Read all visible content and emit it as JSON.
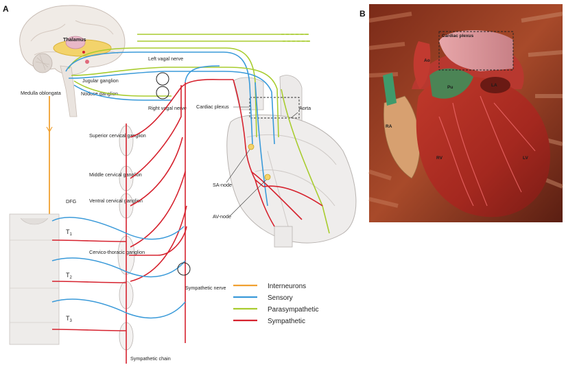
{
  "panel_a": {
    "letter": "A",
    "labels": {
      "thalamus": "Thalamus",
      "jugular_ganglion": "Jugular ganglion",
      "nodose_ganglion": "Nodose ganglion",
      "medulla_oblongata": "Medulla oblongata",
      "left_vagal_nerve": "Left vagal nerve",
      "right_vagal_nerve": "Right vagal nerve",
      "cardiac_plexus": "Cardiac plexus",
      "aorta": "Aorta",
      "superior_cervical_ganglion": "Superior cervical ganglion",
      "middle_cervical_ganglion": "Middle cervical ganglion",
      "ventral_cervical_ganglion": "Ventral cervical ganglion",
      "cervico_thoracic_ganglion": "Cervico-thoracic ganglion",
      "sa_node": "SA-node",
      "av_node": "AV-node",
      "dfg": "DFG",
      "t1": "T",
      "t1_sub": "1",
      "t2": "T",
      "t2_sub": "2",
      "t3": "T",
      "t3_sub": "3",
      "sympathetic_nerve": "Sympathetic nerve",
      "sympathetic_chain": "Sympathetic chain"
    },
    "legend": [
      {
        "label": "Interneurons",
        "color": "#f0a030"
      },
      {
        "label": "Sensory",
        "color": "#3a9ad9"
      },
      {
        "label": "Parasympathetic",
        "color": "#a8cc2e"
      },
      {
        "label": "Sympathetic",
        "color": "#d6222e"
      }
    ]
  },
  "panel_b": {
    "letter": "B",
    "labels": {
      "cardiac_plexus": "Cardiac plexus",
      "ao": "Ao",
      "pu": "Pu",
      "la": "LA",
      "ra": "RA",
      "rv": "RV",
      "lv": "LV"
    }
  },
  "colors": {
    "interneuron": "#f0a030",
    "sensory": "#3a9ad9",
    "parasympathetic": "#a8cc2e",
    "sympathetic": "#d6222e"
  }
}
